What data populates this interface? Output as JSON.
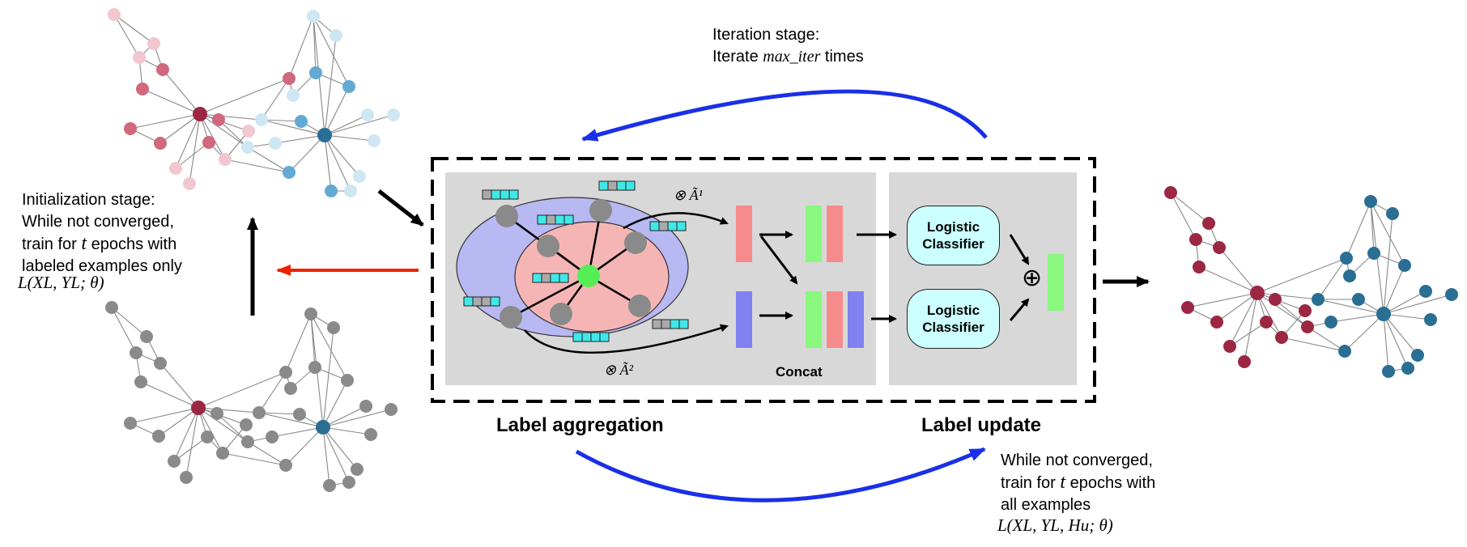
{
  "iteration": {
    "line1": "Iteration stage:",
    "line2_pre": "Iterate",
    "line2_math": "max_iter",
    "line2_post": "times"
  },
  "initialization": {
    "line1": "Initialization stage:",
    "line2": "While not converged,",
    "line3_pre": "train for",
    "line3_math": "t",
    "line3_post": "epochs with",
    "line4": "labeled examples only",
    "loss": "L(XL, YL; θ)"
  },
  "update_text": {
    "line1": "While not converged,",
    "line2_pre": "train for",
    "line2_math": "t",
    "line2_post": "epochs with",
    "line3": "all examples",
    "loss": "L(XL, YL, Hu; θ)"
  },
  "panel": {
    "a1_label": "⊗ Ã¹",
    "a2_label": "⊗ Ã²",
    "concat_label": "Concat",
    "classifier1_label": "Logistic Classifier",
    "classifier2_label": "Logistic Classifier",
    "sum_symbol": "⊕"
  },
  "titles": {
    "aggregation": "Label aggregation",
    "update": "Label update"
  },
  "colors": {
    "blue_arrow": "#1a2fe8",
    "red_arrow": "#ee2200",
    "class_red": "#9b2743",
    "class_blue": "#2a6e93",
    "grey_node": "#8a8a8a",
    "ellipse_outer": "#b8b8f2",
    "ellipse_inner": "#f6b5b5",
    "panel_bg": "#d8d8d8",
    "classifier_bg": "#ccffff",
    "bar_red": "#f78b8b",
    "bar_green": "#8af77e",
    "bar_blue": "#8181f1"
  }
}
